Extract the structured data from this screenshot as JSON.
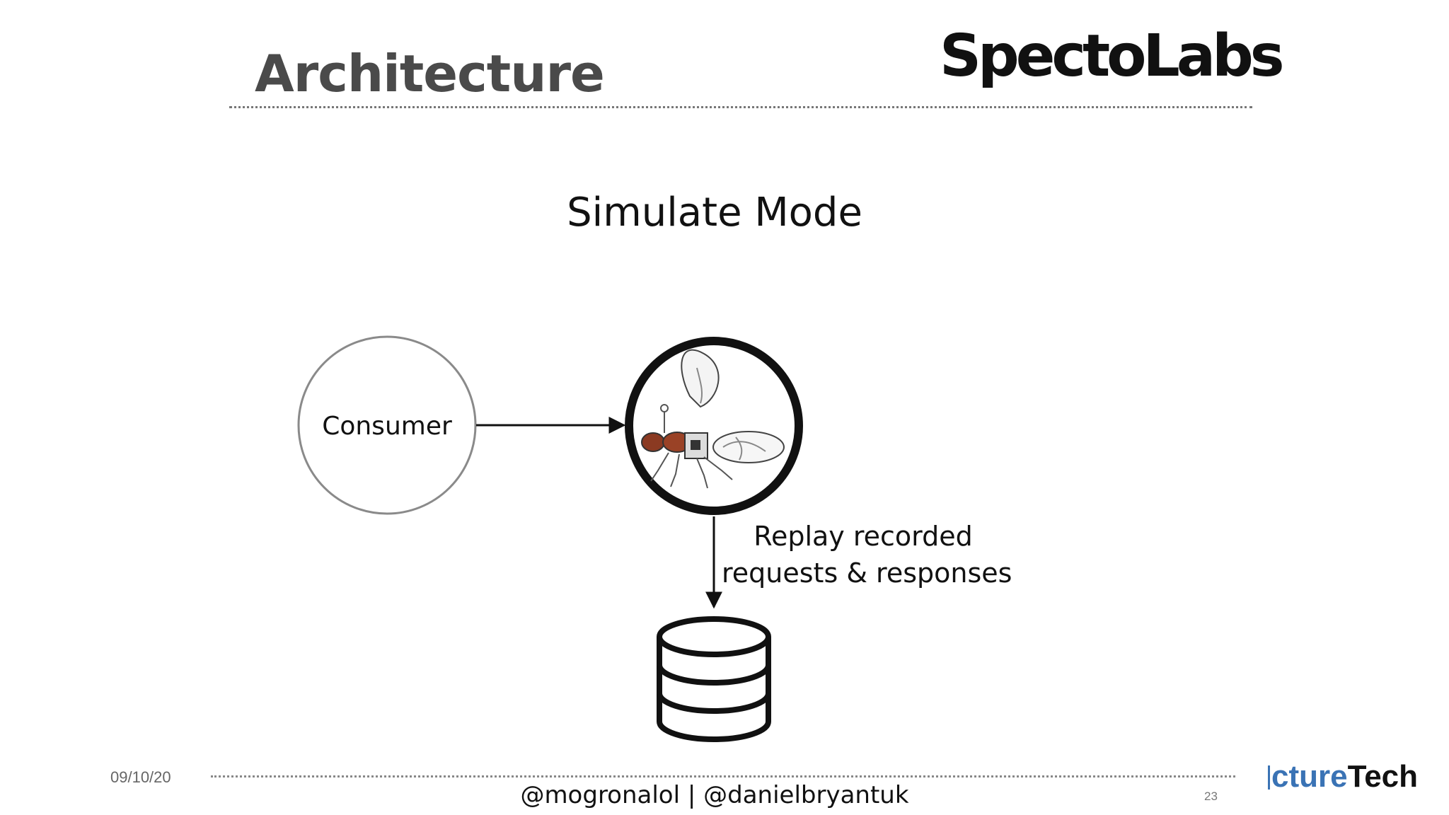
{
  "slide": {
    "title": "Architecture",
    "logo": "SpectoLabs",
    "subtitle": "Simulate Mode"
  },
  "diagram": {
    "consumer_label": "Consumer",
    "proxy_icon": "hoverfly-robot-fly-icon",
    "storage_icon": "database-icon",
    "step_label_line1": "Replay recorded",
    "step_label_line2": "requests & responses"
  },
  "footer": {
    "date": "09/10/20",
    "handles": "@mogronalol | @danielbryantuk",
    "page_number": "23",
    "conference_logo_part1": "cture",
    "conference_logo_part2": "Tech"
  }
}
